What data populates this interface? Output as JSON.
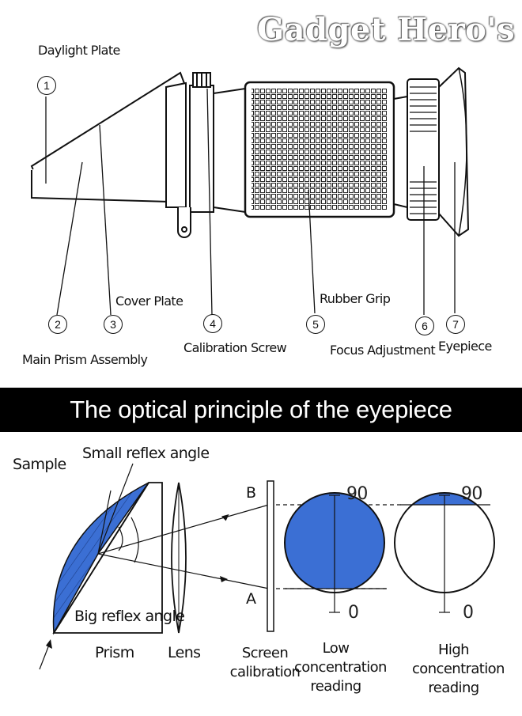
{
  "watermark": "Gadget Hero's",
  "parts": {
    "daylight_plate": "Daylight Plate",
    "cover_plate": "Cover Plate",
    "main_prism_assembly": "Main Prism Assembly",
    "calibration_screw": "Calibration Screw",
    "rubber_grip": "Rubber Grip",
    "focus_adjustment": "Focus Adjustment",
    "eyepiece": "Eyepiece"
  },
  "markers": [
    "1",
    "2",
    "3",
    "4",
    "5",
    "6",
    "7"
  ],
  "banner_title": "The optical principle of the eyepiece",
  "optics": {
    "sample": "Sample",
    "small_reflex_angle": "Small reflex angle",
    "big_reflex_angle": "Big reflex angle",
    "prism": "Prism",
    "lens": "Lens",
    "screen_calibration_line1": "Screen",
    "screen_calibration_line2": "calibration",
    "point_b": "B",
    "point_a": "A",
    "low_line1": "Low",
    "low_line2": "concentration",
    "low_line3": "reading",
    "high_line1": "High",
    "high_line2": "concentration",
    "high_line3": "reading",
    "scale_top": "90",
    "scale_bottom": "0"
  },
  "colors": {
    "fill_blue": "#3b6fd4",
    "line": "#111111",
    "banner_bg": "#000000",
    "banner_text": "#ffffff"
  }
}
